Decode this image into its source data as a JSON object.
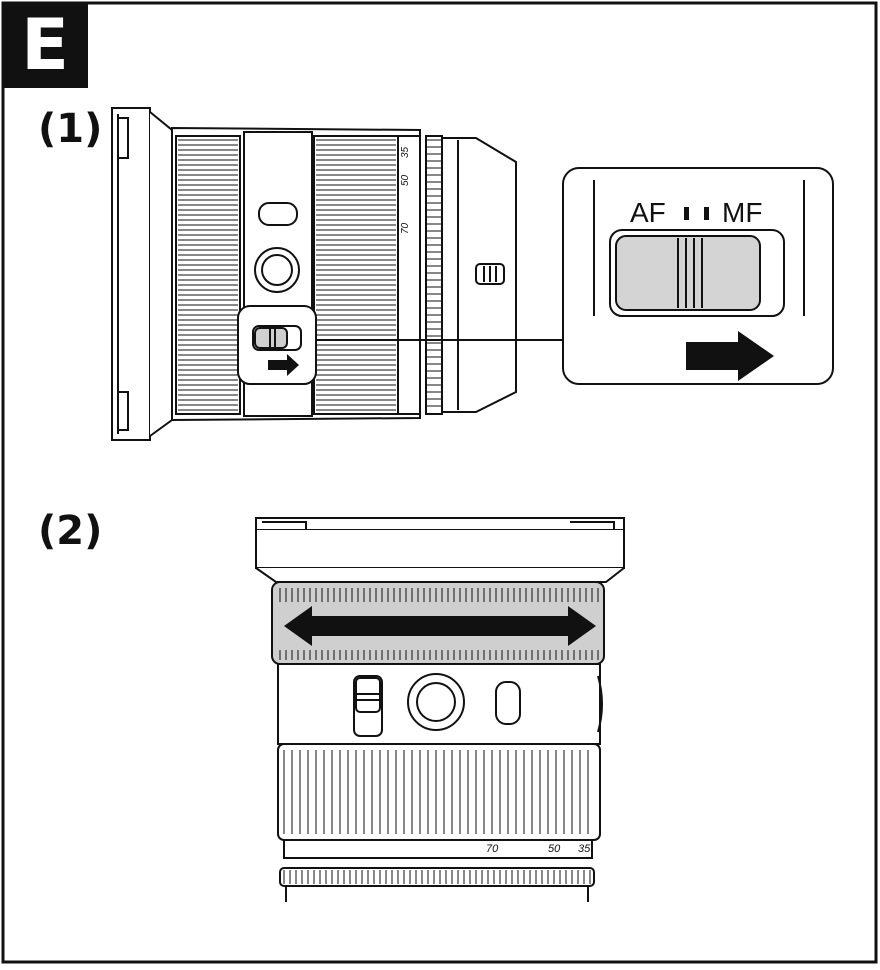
{
  "section": {
    "badge": "E"
  },
  "steps": [
    {
      "label": "(1)"
    },
    {
      "label": "(2)"
    }
  ],
  "switch_callout": {
    "af_label": "AF",
    "mf_label": "MF",
    "direction": "right"
  },
  "zoom_scale": {
    "side_view": [
      "35",
      "50",
      "70"
    ],
    "top_view": [
      "70",
      "50",
      "35"
    ]
  },
  "ring_arrow": {
    "direction": "both"
  },
  "colors": {
    "ink": "#111111",
    "switch_fill": "#d4d4d4",
    "ring_fill": "#cfcfcf",
    "badge_bg": "#111111"
  }
}
